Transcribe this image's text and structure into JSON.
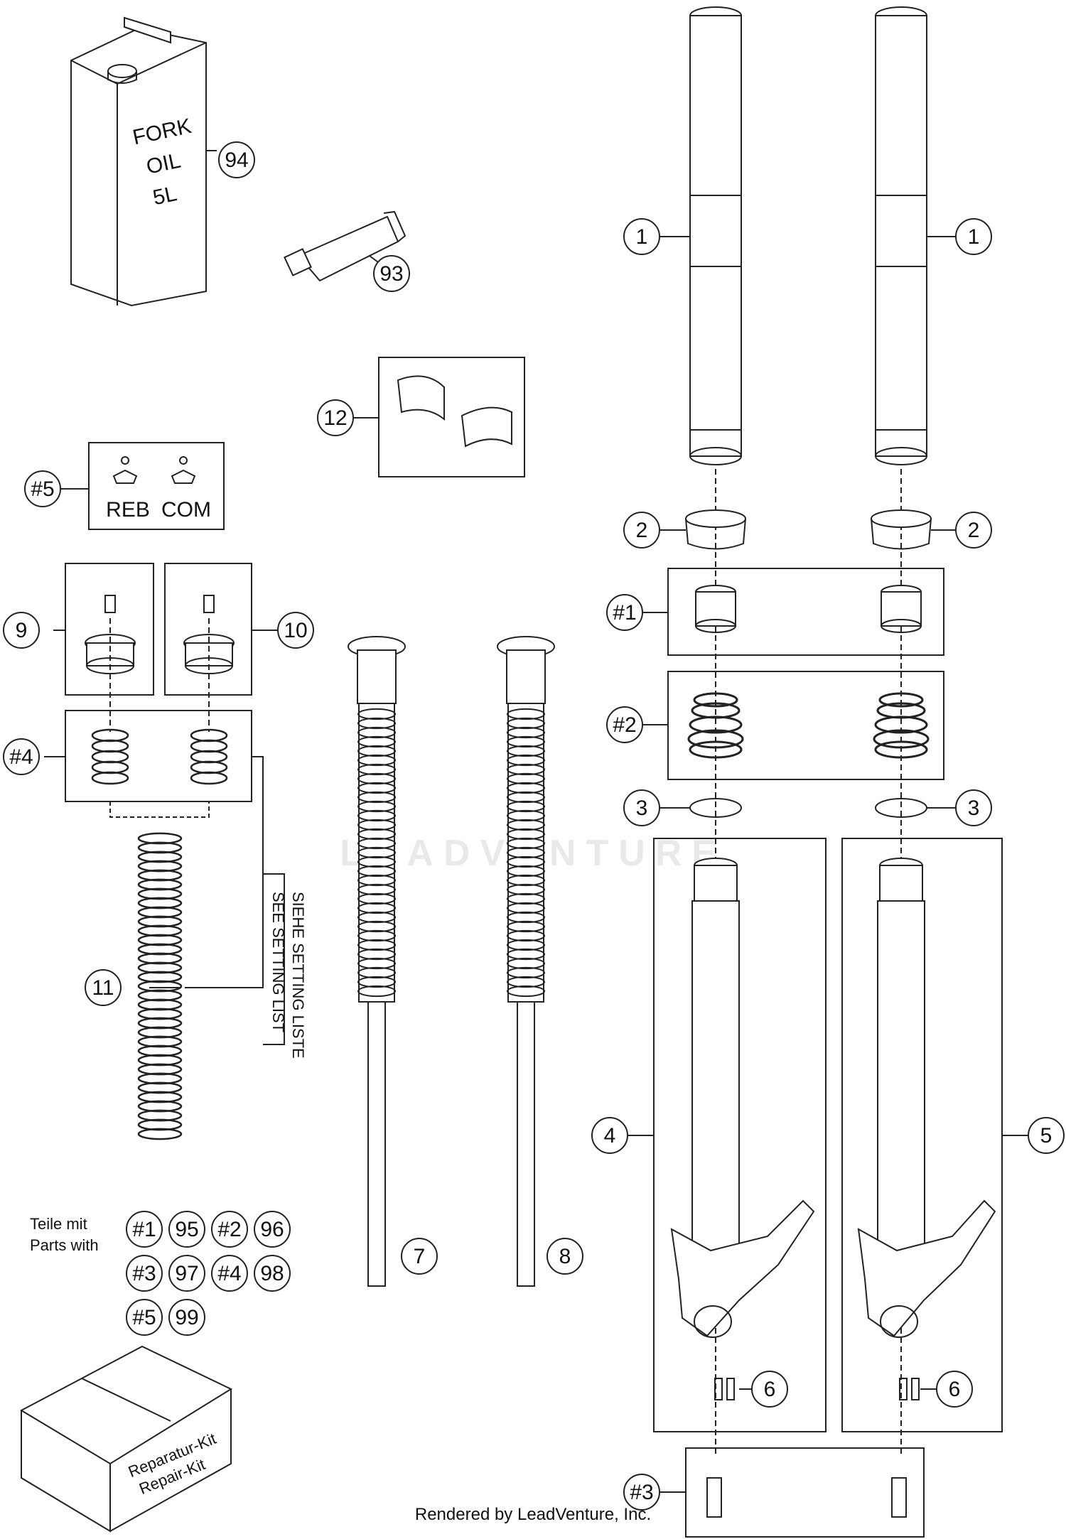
{
  "diagram": {
    "callouts": {
      "c1a": "1",
      "c1b": "1",
      "c2a": "2",
      "c2b": "2",
      "c3a": "3",
      "c3b": "3",
      "c4": "4",
      "c5": "5",
      "c6a": "6",
      "c6b": "6",
      "c7": "7",
      "c8": "8",
      "c9": "9",
      "c10": "10",
      "c11": "11",
      "c12": "12",
      "c93": "93",
      "c94": "94",
      "k1": "#1",
      "k2": "#2",
      "k3": "#3",
      "k4": "#4",
      "k5": "#5"
    },
    "oil_can": {
      "line1": "FORK",
      "line2": "OIL",
      "line3": "5L"
    },
    "adjusters": {
      "reb": "REB",
      "com": "COM"
    },
    "setting_note": {
      "line1": "SIEHE SETTING LISTE",
      "line2": "SEE SETTING LIST"
    },
    "parts_with": {
      "label_line1": "Teile mit",
      "label_line2": "Parts with",
      "rows": [
        [
          "#1",
          "95",
          "#2",
          "96"
        ],
        [
          "#3",
          "97",
          "#4",
          "98"
        ],
        [
          "#5",
          "99"
        ]
      ]
    },
    "repair_kit": {
      "line1": "Reparatur-Kit",
      "line2": "Repair-Kit"
    },
    "watermark": "LEADVENTURE",
    "credit": "Rendered by LeadVenture, Inc."
  }
}
